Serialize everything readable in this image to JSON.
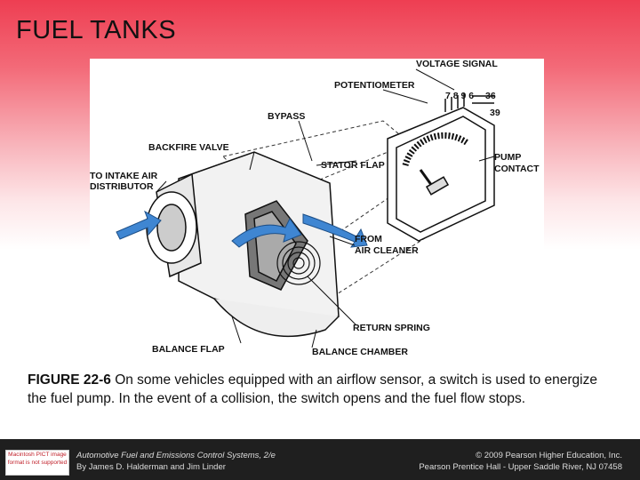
{
  "title": "FUEL TANKS",
  "figure": {
    "labels": {
      "voltage_signal": "VOLTAGE SIGNAL",
      "potentiometer": "POTENTIOMETER",
      "pins_top": "7 8 9 6",
      "pin_36": "36",
      "pin_39": "39",
      "bypass": "BYPASS",
      "backfire_valve": "BACKFIRE VALVE",
      "stator_flap": "STATOR FLAP",
      "to_intake_1": "TO INTAKE AIR",
      "to_intake_2": "DISTRIBUTOR",
      "pump_contact_1": "PUMP",
      "pump_contact_2": "CONTACT",
      "from_air_1": "FROM",
      "from_air_2": "AIR CLEANER",
      "return_spring": "RETURN SPRING",
      "balance_flap": "BALANCE FLAP",
      "balance_chamber": "BALANCE CHAMBER"
    }
  },
  "caption": {
    "label": "FIGURE 22-6",
    "text": " On some vehicles equipped with an airflow sensor, a switch is used to energize the fuel pump. In the event of a collision, the switch opens and the fuel flow stops."
  },
  "footer": {
    "image_notice": "Macintosh PICT image format is not supported",
    "book_title": "Automotive Fuel and Emissions Control Systems, 2/e",
    "authors": "By James D. Halderman and Jim Linder",
    "copyright": "© 2009 Pearson Higher Education, Inc.",
    "publisher": "Pearson Prentice Hall - Upper Saddle River, NJ 07458"
  }
}
